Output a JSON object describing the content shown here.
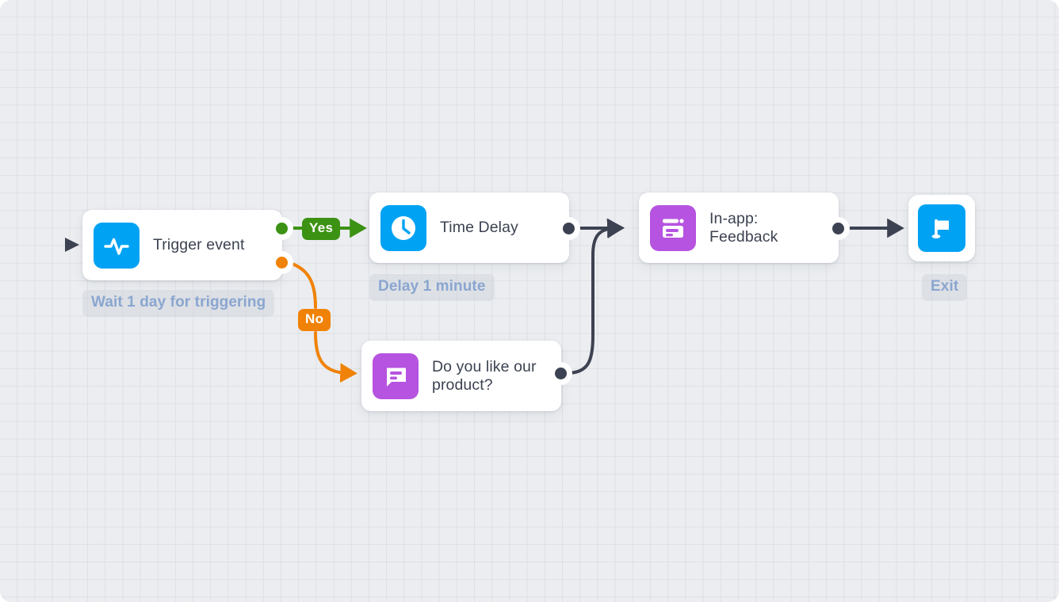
{
  "canvas": {
    "background_color": "#ebedf0",
    "grid": true
  },
  "palette": {
    "blue": "#00a2f3",
    "purple": "#b martins",
    "purple_fixed": "#b653e0",
    "green": "#3c9213",
    "orange": "#f08207",
    "slate": "#3c4251",
    "caption_text": "#8aa6d0",
    "caption_bg": "#d1d5dd"
  },
  "nodes": [
    {
      "id": "trigger",
      "title": "Trigger event",
      "icon": "activity-pulse-icon",
      "icon_color": "#00a2f3",
      "caption": "Wait 1 day for triggering"
    },
    {
      "id": "time-delay",
      "title": "Time Delay",
      "icon": "clock-icon",
      "icon_color": "#00a2f3",
      "caption": "Delay 1 minute"
    },
    {
      "id": "in-app-feedback",
      "title": "In-app:\nFeedback",
      "icon": "in-app-message-icon",
      "icon_color": "#b653e0",
      "caption": ""
    },
    {
      "id": "survey",
      "title": "Do you like our\nproduct?",
      "icon": "speech-bubble-icon",
      "icon_color": "#b653e0",
      "caption": ""
    },
    {
      "id": "exit",
      "title": "",
      "icon": "flag-icon",
      "icon_color": "#00a2f3",
      "caption": "Exit"
    }
  ],
  "branches": {
    "yes_label": "Yes",
    "no_label": "No"
  },
  "edges": [
    {
      "from": "entry",
      "to": "trigger",
      "style": "dashed",
      "color": "#3c4251"
    },
    {
      "from": "trigger",
      "to": "time-delay",
      "style": "solid",
      "color": "#3c9213",
      "label": "Yes"
    },
    {
      "from": "trigger",
      "to": "survey",
      "style": "curved",
      "color": "#f08207",
      "label": "No"
    },
    {
      "from": "time-delay",
      "to": "in-app-feedback",
      "style": "solid",
      "color": "#3c4251"
    },
    {
      "from": "survey",
      "to": "in-app-feedback",
      "style": "curved",
      "color": "#3c4251"
    },
    {
      "from": "in-app-feedback",
      "to": "exit",
      "style": "solid",
      "color": "#3c4251"
    }
  ]
}
